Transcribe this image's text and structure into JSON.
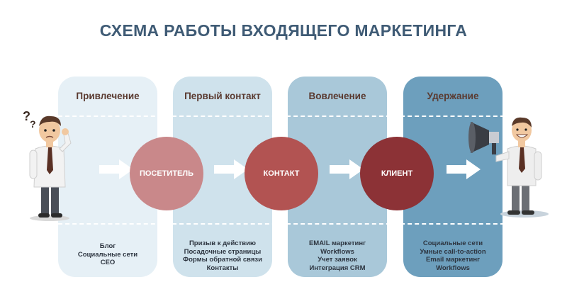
{
  "title": "СХЕМА РАБОТЫ ВХОДЯЩЕГО МАРКЕТИНГА",
  "stages": [
    {
      "title": "Привлечение",
      "items": [
        "Блог",
        "Социальные сети",
        "СЕО"
      ]
    },
    {
      "title": "Первый контакт",
      "items": [
        "Призыв к действию",
        "Посадочные страницы",
        "Формы обратной связи",
        "Контакты"
      ]
    },
    {
      "title": "Вовлечение",
      "items": [
        "EMAIL маркетинг",
        "Workflows",
        "Учет заявок",
        "Интеграция CRM"
      ]
    },
    {
      "title": "Удержание",
      "items": [
        "Социальные сети",
        "Умные call-to-action",
        "Email маркетинг",
        "Workflows"
      ]
    }
  ],
  "circles": [
    "ПОСЕТИТЕЛЬ",
    "КОНТАКТ",
    "КЛИЕНТ"
  ],
  "colors": {
    "title": "#3f5b75",
    "stage_1": "#e6f0f6",
    "stage_2": "#cfe2ec",
    "stage_3": "#a9c8d9",
    "stage_4": "#6d9fbd",
    "circle_1": "#c9888a",
    "circle_2": "#b25352",
    "circle_3": "#8c3236"
  },
  "icons": {
    "left_figure": "confused-man-icon",
    "right_figure": "megaphone-man-icon",
    "arrow": "right-arrow-icon"
  }
}
